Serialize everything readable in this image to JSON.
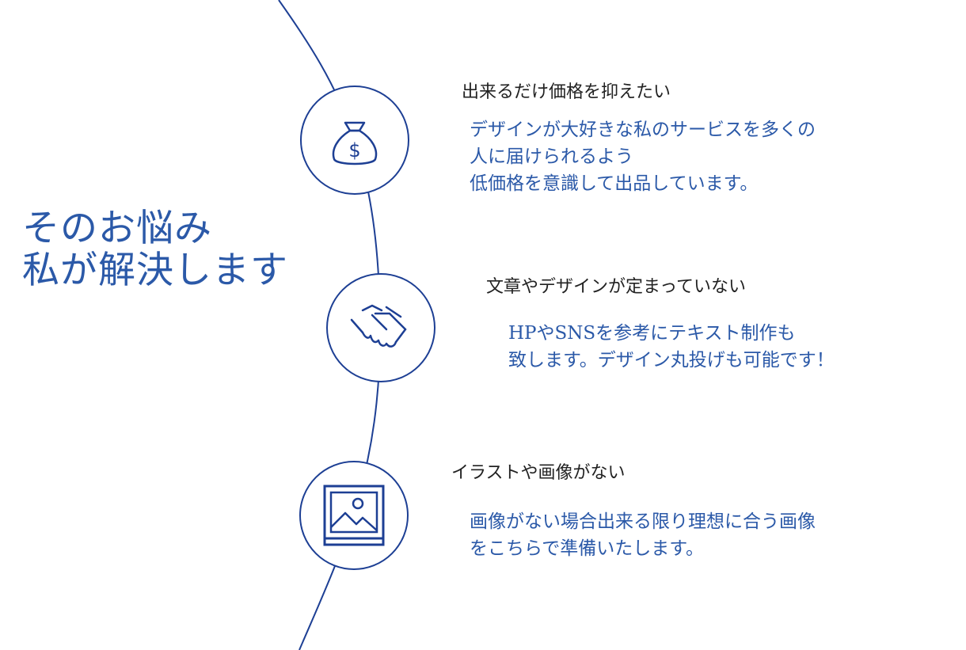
{
  "headline": {
    "lines": [
      "そのお悩み",
      "私が解決します"
    ]
  },
  "colors": {
    "accent": "#2b59a8",
    "line": "#1d3f94",
    "title_text": "#222222"
  },
  "items": [
    {
      "icon": "money-bag-icon",
      "title": "出来るだけ価格を抑えたい",
      "lines": [
        "デザインが大好きな私のサービスを多くの",
        "人に届けられるよう",
        "低価格を意識して出品しています。"
      ]
    },
    {
      "icon": "handshake-icon",
      "title": "文章やデザインが定まっていない",
      "lines": [
        "HPやSNSを参考にテキスト制作も",
        "致します。デザイン丸投げも可能です！"
      ]
    },
    {
      "icon": "image-icon",
      "title": "イラストや画像がない",
      "lines": [
        "画像がない場合出来る限り理想に合う画像",
        "をこちらで準備いたします。"
      ]
    }
  ]
}
